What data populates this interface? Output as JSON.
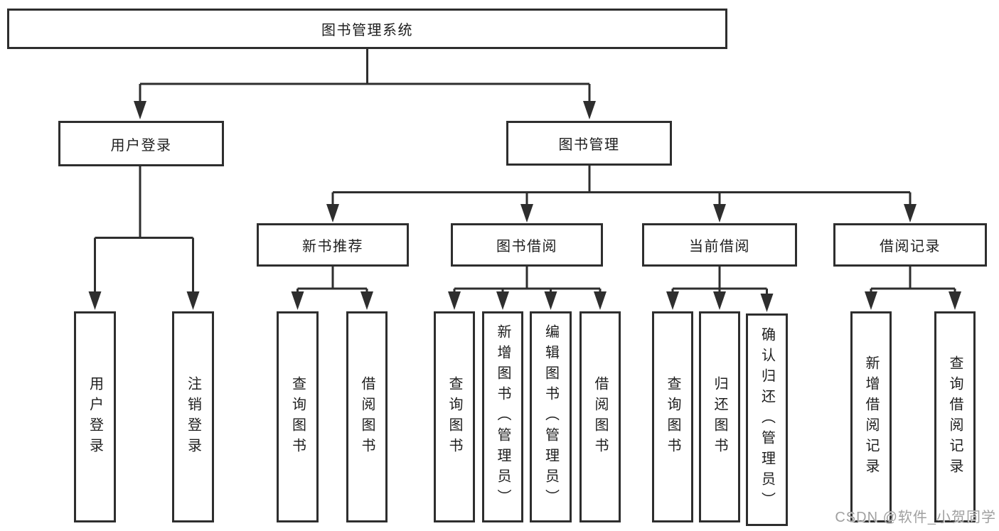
{
  "watermark": "CSDN @软件_小贺同学",
  "colors": {
    "line": "#2e2e2e",
    "text": "#1e1e1e",
    "box_bg": "#ffffff",
    "watermark": "#a0a0a0"
  },
  "tree": {
    "root": "图书管理系统",
    "children": [
      {
        "label": "用户登录",
        "children": [
          "用户登录",
          "注销登录"
        ]
      },
      {
        "label": "图书管理",
        "children": [
          {
            "label": "新书推荐",
            "children": [
              "查询图书",
              "借阅图书"
            ]
          },
          {
            "label": "图书借阅",
            "children": [
              "查询图书",
              "新增图书（管理员）",
              "编辑图书（管理员）",
              "借阅图书"
            ]
          },
          {
            "label": "当前借阅",
            "children": [
              "查询图书",
              "归还图书",
              "确认归还（管理员）"
            ]
          },
          {
            "label": "借阅记录",
            "children": [
              "新增借阅记录",
              "查询借阅记录"
            ]
          }
        ]
      }
    ]
  }
}
